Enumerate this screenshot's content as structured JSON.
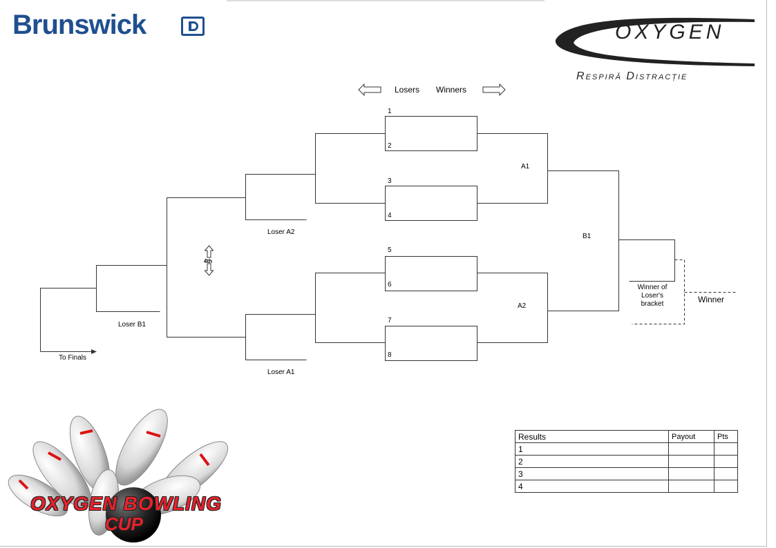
{
  "header": {
    "brand_left": "Brunswick",
    "brand_right": "OXYGEN",
    "tagline": "Respiră Distracție"
  },
  "direction": {
    "losers": "Losers",
    "winners": "Winners"
  },
  "slots": [
    "1",
    "2",
    "3",
    "4",
    "5",
    "6",
    "7",
    "8"
  ],
  "labels": {
    "a1": "A1",
    "a2": "A2",
    "b1": "B1",
    "loser_a1": "Loser A1",
    "loser_a2": "Loser A2",
    "loser_b1": "Loser B1",
    "fourth": "4th",
    "to_finals": "To Finals",
    "winner_losers_bracket": "Winner of Loser's bracket",
    "winner": "Winner"
  },
  "results": {
    "header": "Results",
    "payout": "Payout",
    "pts": "Pts",
    "rows": [
      "1",
      "2",
      "3",
      "4"
    ]
  },
  "cup": {
    "line1": "OXYGEN BOWLING",
    "line2": "CUP"
  },
  "colors": {
    "brand_blue": "#1f4f8f",
    "cup_red": "#e8222c"
  }
}
